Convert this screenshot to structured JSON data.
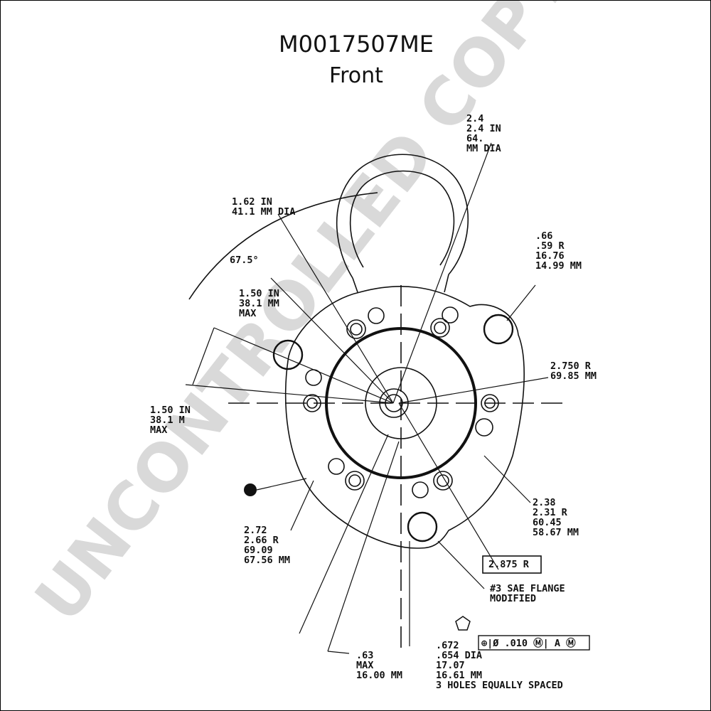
{
  "header": {
    "title": "M0017507ME",
    "subtitle": "Front"
  },
  "watermark": "UNCONTROLLED COPY",
  "colors": {
    "line": "#111111",
    "watermark": "#d9d9d9",
    "background": "#ffffff"
  },
  "annotations": {
    "top_dia": [
      "2.4",
      "2.4  IN",
      "64.",
      "   MM DIA"
    ],
    "pilot_dia": [
      "1.62 IN",
      "41.1 MM DIA"
    ],
    "angle": "67.5°",
    "max_left_a": [
      "1.50 IN",
      "38.1 MM",
      "MAX"
    ],
    "max_left_b": [
      "1.50 IN",
      "38.1 M",
      "MAX"
    ],
    "radius_top_right": [
      ".66",
      ".59 R",
      "16.76",
      "14.99 MM"
    ],
    "radius_right": [
      "2.750 R",
      "69.85 MM"
    ],
    "radius_lower_right": [
      "2.38",
      "2.31 R",
      "60.45",
      "58.67 MM"
    ],
    "radius_lower_left": [
      "2.72",
      "2.66 R",
      "69.09",
      "67.56 MM"
    ],
    "boxed_radius": "2.875 R",
    "flange": [
      "#3 SAE FLANGE",
      "MODIFIED"
    ],
    "max_bottom": [
      ".63",
      "MAX",
      "16.00 MM"
    ],
    "holes": [
      ".672",
      ".654 DIA",
      "17.07",
      "16.61 MM",
      "3 HOLES EQUALLY SPACED"
    ],
    "tolerance": "⊕|Ø .010 Ⓜ| A Ⓜ"
  }
}
